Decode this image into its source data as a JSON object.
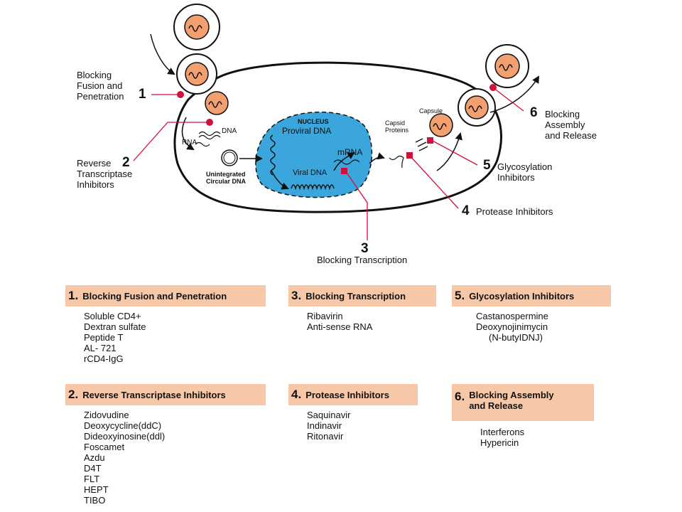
{
  "colors": {
    "virus_fill": "#f2a070",
    "nucleus_fill": "#3aa6dc",
    "marker": "#d0103a",
    "panel_header": "#f7c8a8"
  },
  "diagram": {
    "nucleus_label": "NUCLEUS",
    "proviral_dna": "Proviral DNA",
    "viral_dna": "Viral DNA",
    "mrna": "mRNA",
    "dna": "DNA",
    "rna": "RNA",
    "unintegrated": "Unintegrated\nCircular DNA",
    "capsid_proteins": "Capsid\nProteins",
    "capsule": "Capsule",
    "steps": [
      {
        "num": "1",
        "label": "Blocking\nFusion and\nPenetration"
      },
      {
        "num": "2",
        "label": "Reverse\nTranscriptase\nInhibitors"
      },
      {
        "num": "3",
        "label": "Blocking Transcription"
      },
      {
        "num": "4",
        "label": "Protease Inhibitors"
      },
      {
        "num": "5",
        "label": "Glycosylation\nInhibitors"
      },
      {
        "num": "6",
        "label": "Blocking\nAssembly\nand Release"
      }
    ]
  },
  "panels": [
    {
      "num": "1.",
      "title": "Blocking Fusion and Penetration",
      "items": [
        "Soluble CD4+",
        "Dextran sulfate",
        "Peptide T",
        "AL- 721",
        "rCD4-IgG"
      ]
    },
    {
      "num": "3.",
      "title": "Blocking Transcription",
      "items": [
        "Ribavirin",
        "Anti-sense RNA"
      ]
    },
    {
      "num": "5.",
      "title": "Glycosylation Inhibitors",
      "items": [
        "Castanospermine",
        "Deoxynojinimycin",
        "     (N-butyIDNJ)"
      ]
    },
    {
      "num": "2.",
      "title": "Reverse Transcriptase Inhibitors",
      "items": [
        "Zidovudine",
        "Deoxycycline(ddC)",
        "Dideoxyinosine(ddl)",
        "Foscamet",
        "Azdu",
        "D4T",
        "FLT",
        "HEPT",
        "TIBO"
      ]
    },
    {
      "num": "4.",
      "title": "Protease Inhibitors",
      "items": [
        "Saquinavir",
        "Indinavir",
        "Ritonavir"
      ]
    },
    {
      "num": "6.",
      "title": "Blocking Assembly\nand Release",
      "items": [
        "Interferons",
        "Hypericin"
      ]
    }
  ]
}
